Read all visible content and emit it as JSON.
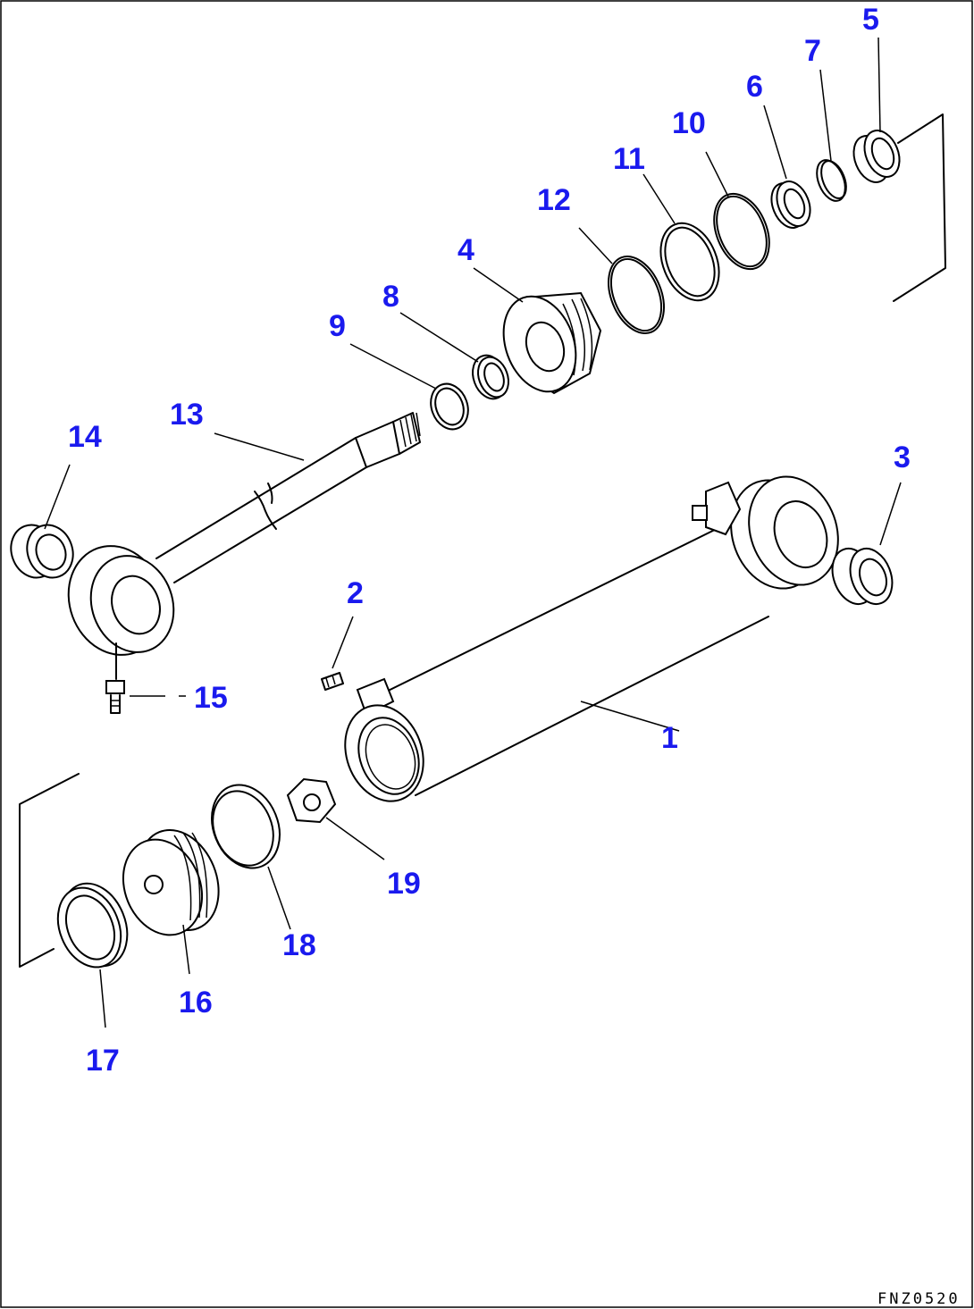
{
  "callouts": [
    {
      "label": "1"
    },
    {
      "label": "2"
    },
    {
      "label": "3"
    },
    {
      "label": "4"
    },
    {
      "label": "5"
    },
    {
      "label": "6"
    },
    {
      "label": "7"
    },
    {
      "label": "8"
    },
    {
      "label": "9"
    },
    {
      "label": "10"
    },
    {
      "label": "11"
    },
    {
      "label": "12"
    },
    {
      "label": "13"
    },
    {
      "label": "14"
    },
    {
      "label": "15"
    },
    {
      "label": "16"
    },
    {
      "label": "17"
    },
    {
      "label": "18"
    },
    {
      "label": "19"
    }
  ],
  "drawing_code": "FNZ0520"
}
